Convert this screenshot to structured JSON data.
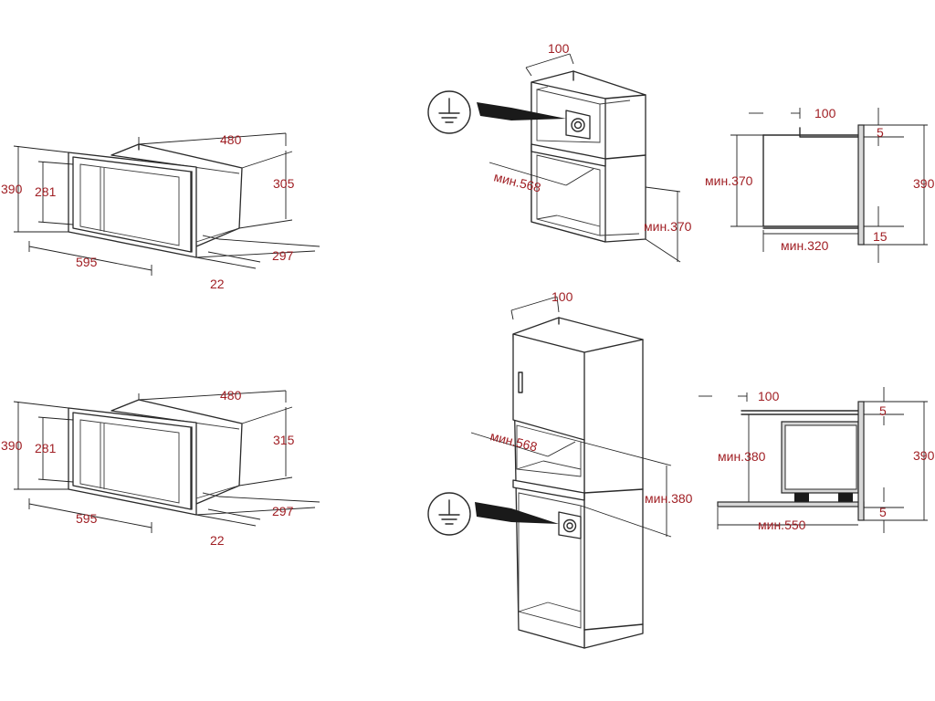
{
  "views": {
    "microwave_a": {
      "width": "480",
      "height_front": "390",
      "height_inner": "281",
      "depth_height": "305",
      "front_width": "595",
      "depth": "297",
      "frame": "22"
    },
    "microwave_b": {
      "width": "480",
      "height_front": "390",
      "height_inner": "281",
      "depth_height": "315",
      "front_width": "595",
      "depth": "297",
      "frame": "22"
    },
    "cabinet_upper": {
      "top_gap": "100",
      "min_width": "мин.568",
      "min_height": "мин.370"
    },
    "cabinet_tall": {
      "top_gap": "100",
      "min_width": "мин.568",
      "min_height": "мин.380"
    },
    "side_a": {
      "top_gap": "100",
      "min_height": "мин.370",
      "frame_top": "5",
      "total_height": "390",
      "min_depth": "мин.320",
      "frame_bottom": "15"
    },
    "side_b": {
      "top_gap": "100",
      "min_height": "мин.380",
      "frame_top": "5",
      "total_height": "390",
      "min_depth": "мин.550",
      "frame_bottom": "5"
    }
  },
  "icons": [
    "ground-symbol",
    "power-socket",
    "arrow"
  ],
  "colors": {
    "dimension_text": "#a01f24",
    "line": "#2a2a2a"
  }
}
